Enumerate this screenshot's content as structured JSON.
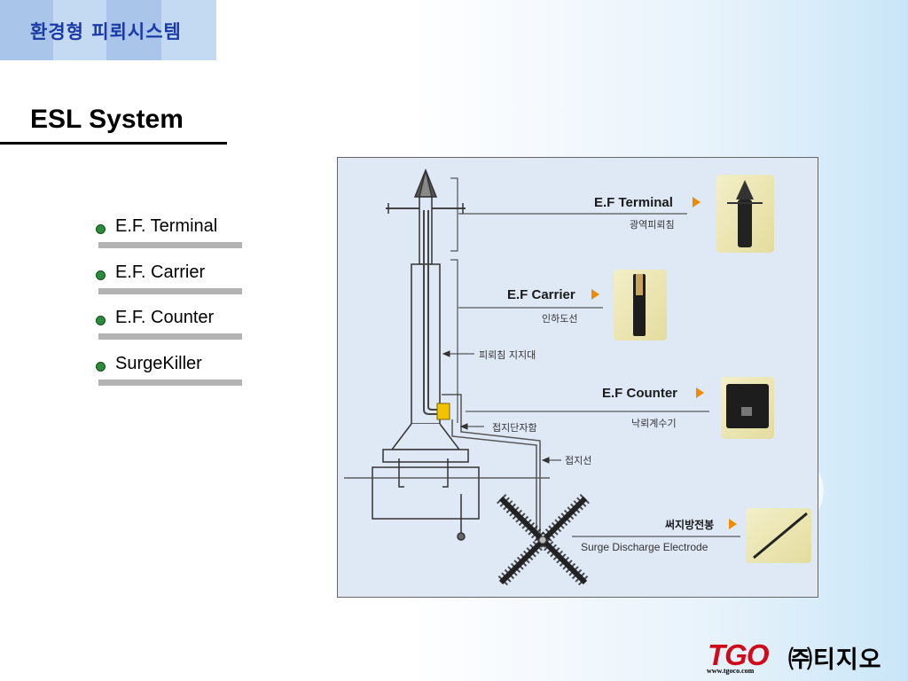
{
  "header": {
    "title": "환경형 피뢰시스템"
  },
  "page": {
    "title": "ESL System"
  },
  "bullets": [
    {
      "label": "E.F. Terminal"
    },
    {
      "label": "E.F. Carrier"
    },
    {
      "label": "E.F. Counter"
    },
    {
      "label": "SurgeKiller"
    }
  ],
  "diagram": {
    "ef_terminal": {
      "label": "E.F Terminal",
      "sublabel": "광역피뢰침"
    },
    "ef_carrier": {
      "label": "E.F Carrier",
      "sublabel": "인하도선"
    },
    "support": {
      "label": "피뢰침 지지대"
    },
    "ef_counter": {
      "label": "E.F Counter",
      "sublabel": "낙뢰계수기"
    },
    "junction": {
      "label": "접지단자함"
    },
    "ground_wire": {
      "label": "접지선"
    },
    "surge_electrode": {
      "label": "써지방전봉",
      "sublabel": "Surge Discharge Electrode"
    }
  },
  "footer": {
    "logo_text": "TGO",
    "url": "www.tgoco.com",
    "company": "㈜티지오"
  },
  "colors": {
    "accent_red": "#d10a1a",
    "header_blue": "#1a3aa6",
    "bullet_green": "#2e8b3c",
    "diagram_bg": "#dfe9f6",
    "arrow_orange": "#f08a00"
  }
}
